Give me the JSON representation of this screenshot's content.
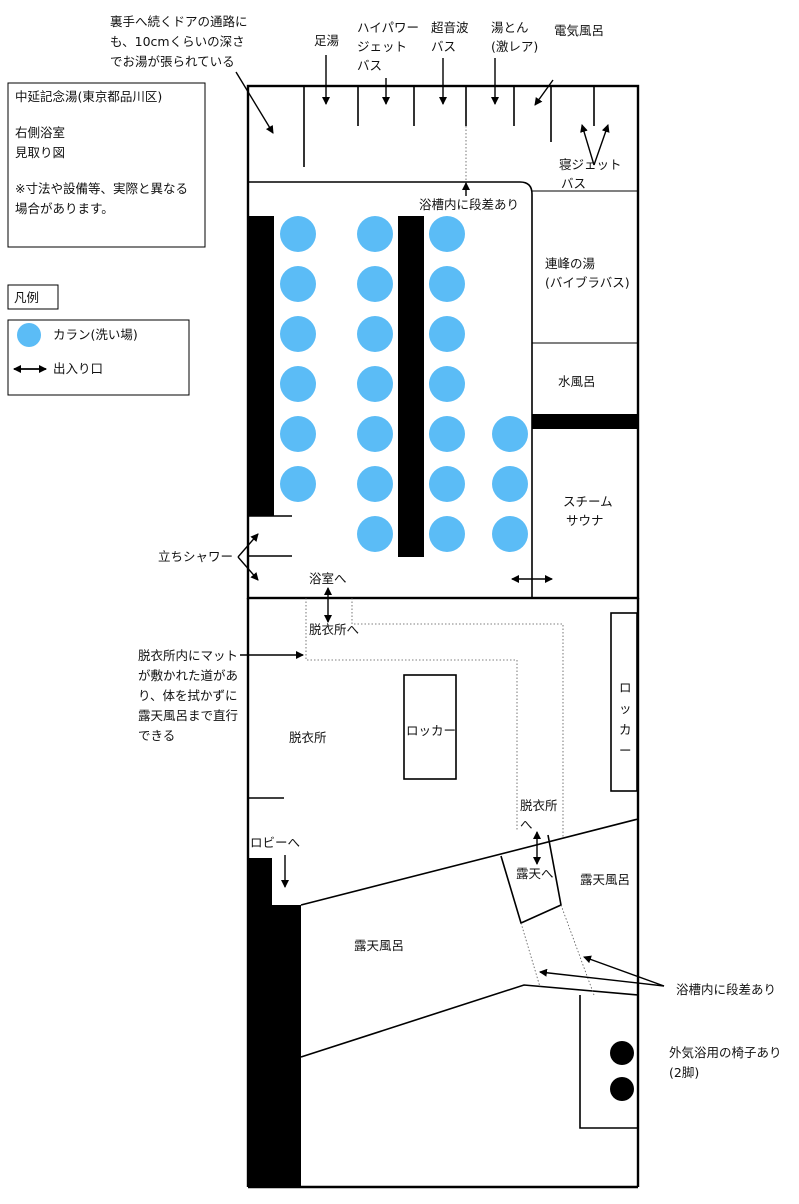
{
  "info": {
    "title": "中延記念湯(東京都品川区)",
    "subtitle_1": "右側浴室",
    "subtitle_2": "見取り図",
    "note_1": "※寸法や設備等、実際と異なる",
    "note_2": "場合があります。"
  },
  "legend": {
    "title": "凡例",
    "caran": "カラン(洗い場)",
    "entrance": "出入り口"
  },
  "top_labels": {
    "back_path": [
      "裏手へ続くドアの通路に",
      "も、10cmくらいの深さ",
      "でお湯が張られている"
    ],
    "ashiyu": "足湯",
    "high_power": [
      "ハイパワー",
      "ジェット",
      "バス"
    ],
    "ultrasonic": [
      "超音波",
      "バス"
    ],
    "yuton": [
      "湯とん",
      "(激レア)"
    ],
    "denki": "電気風呂",
    "nejet": [
      "寝ジェット",
      "バス"
    ],
    "step_in_tub": "浴槽内に段差あり"
  },
  "rooms": {
    "renpou": [
      "連峰の湯",
      "(バイブラバス)"
    ],
    "mizu": "水風呂",
    "steam": [
      "スチーム",
      "サウナ"
    ],
    "to_bath": "浴室へ",
    "to_datsui": "脱衣所へ",
    "datsui": "脱衣所",
    "locker_center": "ロッカー",
    "locker_side": [
      "ロ",
      "ッ",
      "カ",
      "ー"
    ],
    "to_datsui_2": [
      "脱衣所",
      "へ"
    ],
    "to_roten": "露天へ",
    "to_lobby": "ロビーへ",
    "roten_main": "露天風呂",
    "roten_side": "露天風呂"
  },
  "callouts": {
    "standing_shower": "立ちシャワー",
    "mat_path": [
      "脱衣所内にマット",
      "が敷かれた道があ",
      "り、体を拭かずに",
      "露天風呂まで直行",
      "できる"
    ],
    "step_roten": "浴槽内に段差あり",
    "chairs": [
      "外気浴用の椅子あり",
      "(2脚)"
    ]
  },
  "colors": {
    "caran": "#5bbcf6",
    "wall": "#000000"
  }
}
